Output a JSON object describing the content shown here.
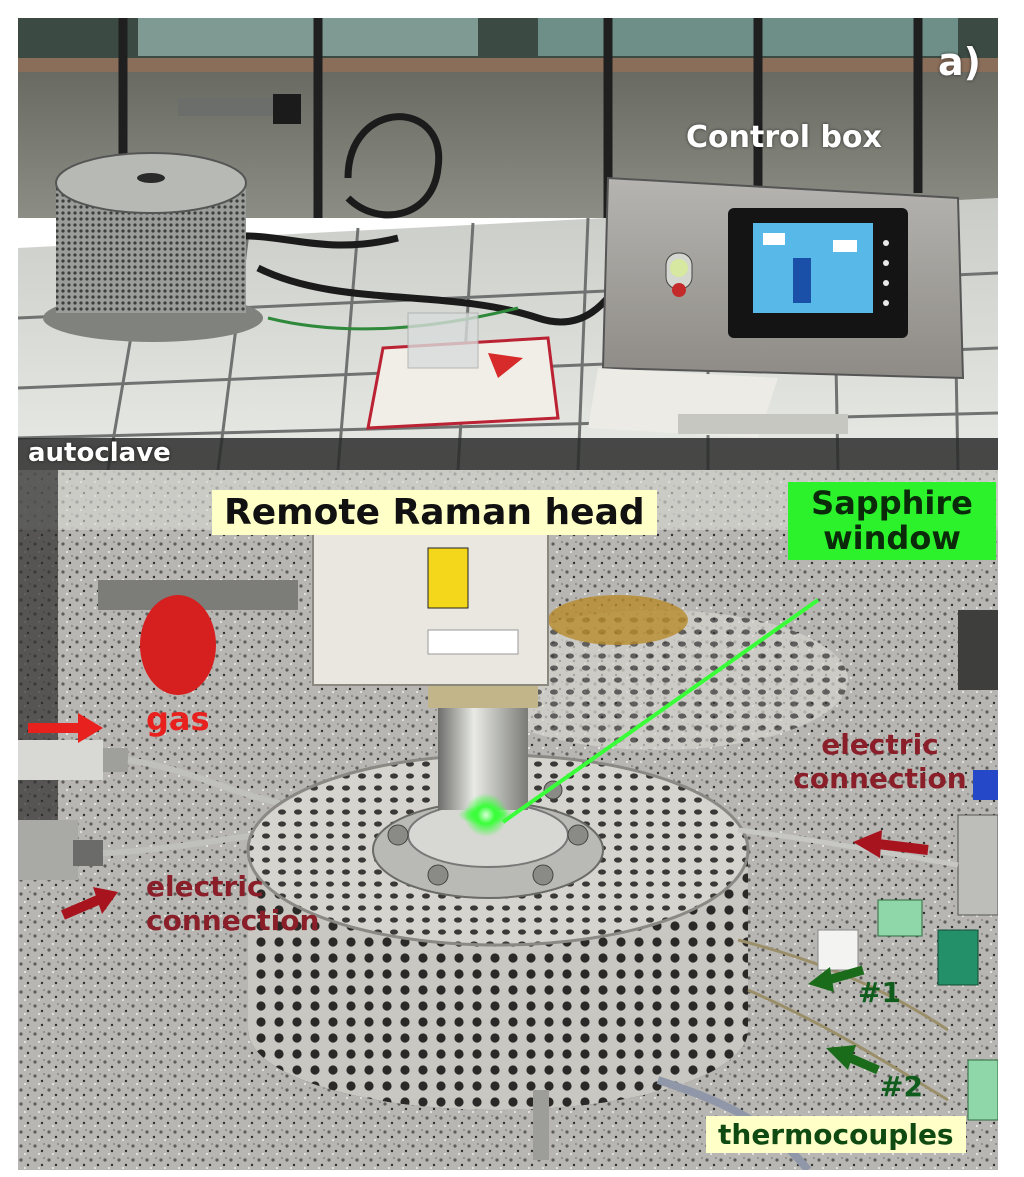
{
  "panel_label": "a)",
  "top_photo": {
    "control_box_label": "Control box",
    "autoclave_label": "autoclave"
  },
  "bottom_photo": {
    "raman_head_label": "Remote Raman head",
    "sapphire_window_label": "Sapphire window",
    "gas_label": "gas",
    "electric_connection_left_label": "electric connection",
    "electric_connection_right_label": "electric connection",
    "thermocouple_1_label": "#1",
    "thermocouple_2_label": "#2",
    "thermocouples_label": "thermocouples"
  },
  "colors": {
    "label_yellow_bg": "#ffffc8",
    "label_green_bg": "#2cf22c",
    "arrow_red": "#a8141e",
    "arrow_green": "#1a6b1a",
    "laser_green": "#39ff39"
  }
}
